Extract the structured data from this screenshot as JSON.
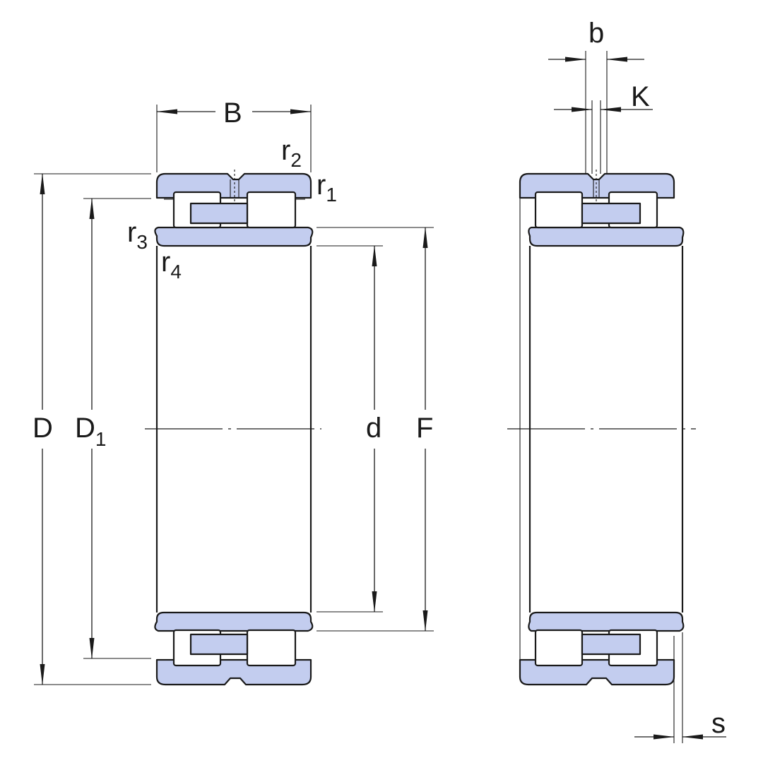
{
  "diagram": {
    "labels": {
      "B": "B",
      "D": "D",
      "D1": "D",
      "D1_sub": "1",
      "d": "d",
      "F": "F",
      "b": "b",
      "K": "K",
      "s": "s",
      "r1": "r",
      "r1_sub": "1",
      "r2": "r",
      "r2_sub": "2",
      "r3": "r",
      "r3_sub": "3",
      "r4": "r",
      "r4_sub": "4"
    },
    "colors": {
      "fill": "#c3cdef",
      "stroke": "#1a1a1a",
      "background": "#ffffff"
    }
  }
}
